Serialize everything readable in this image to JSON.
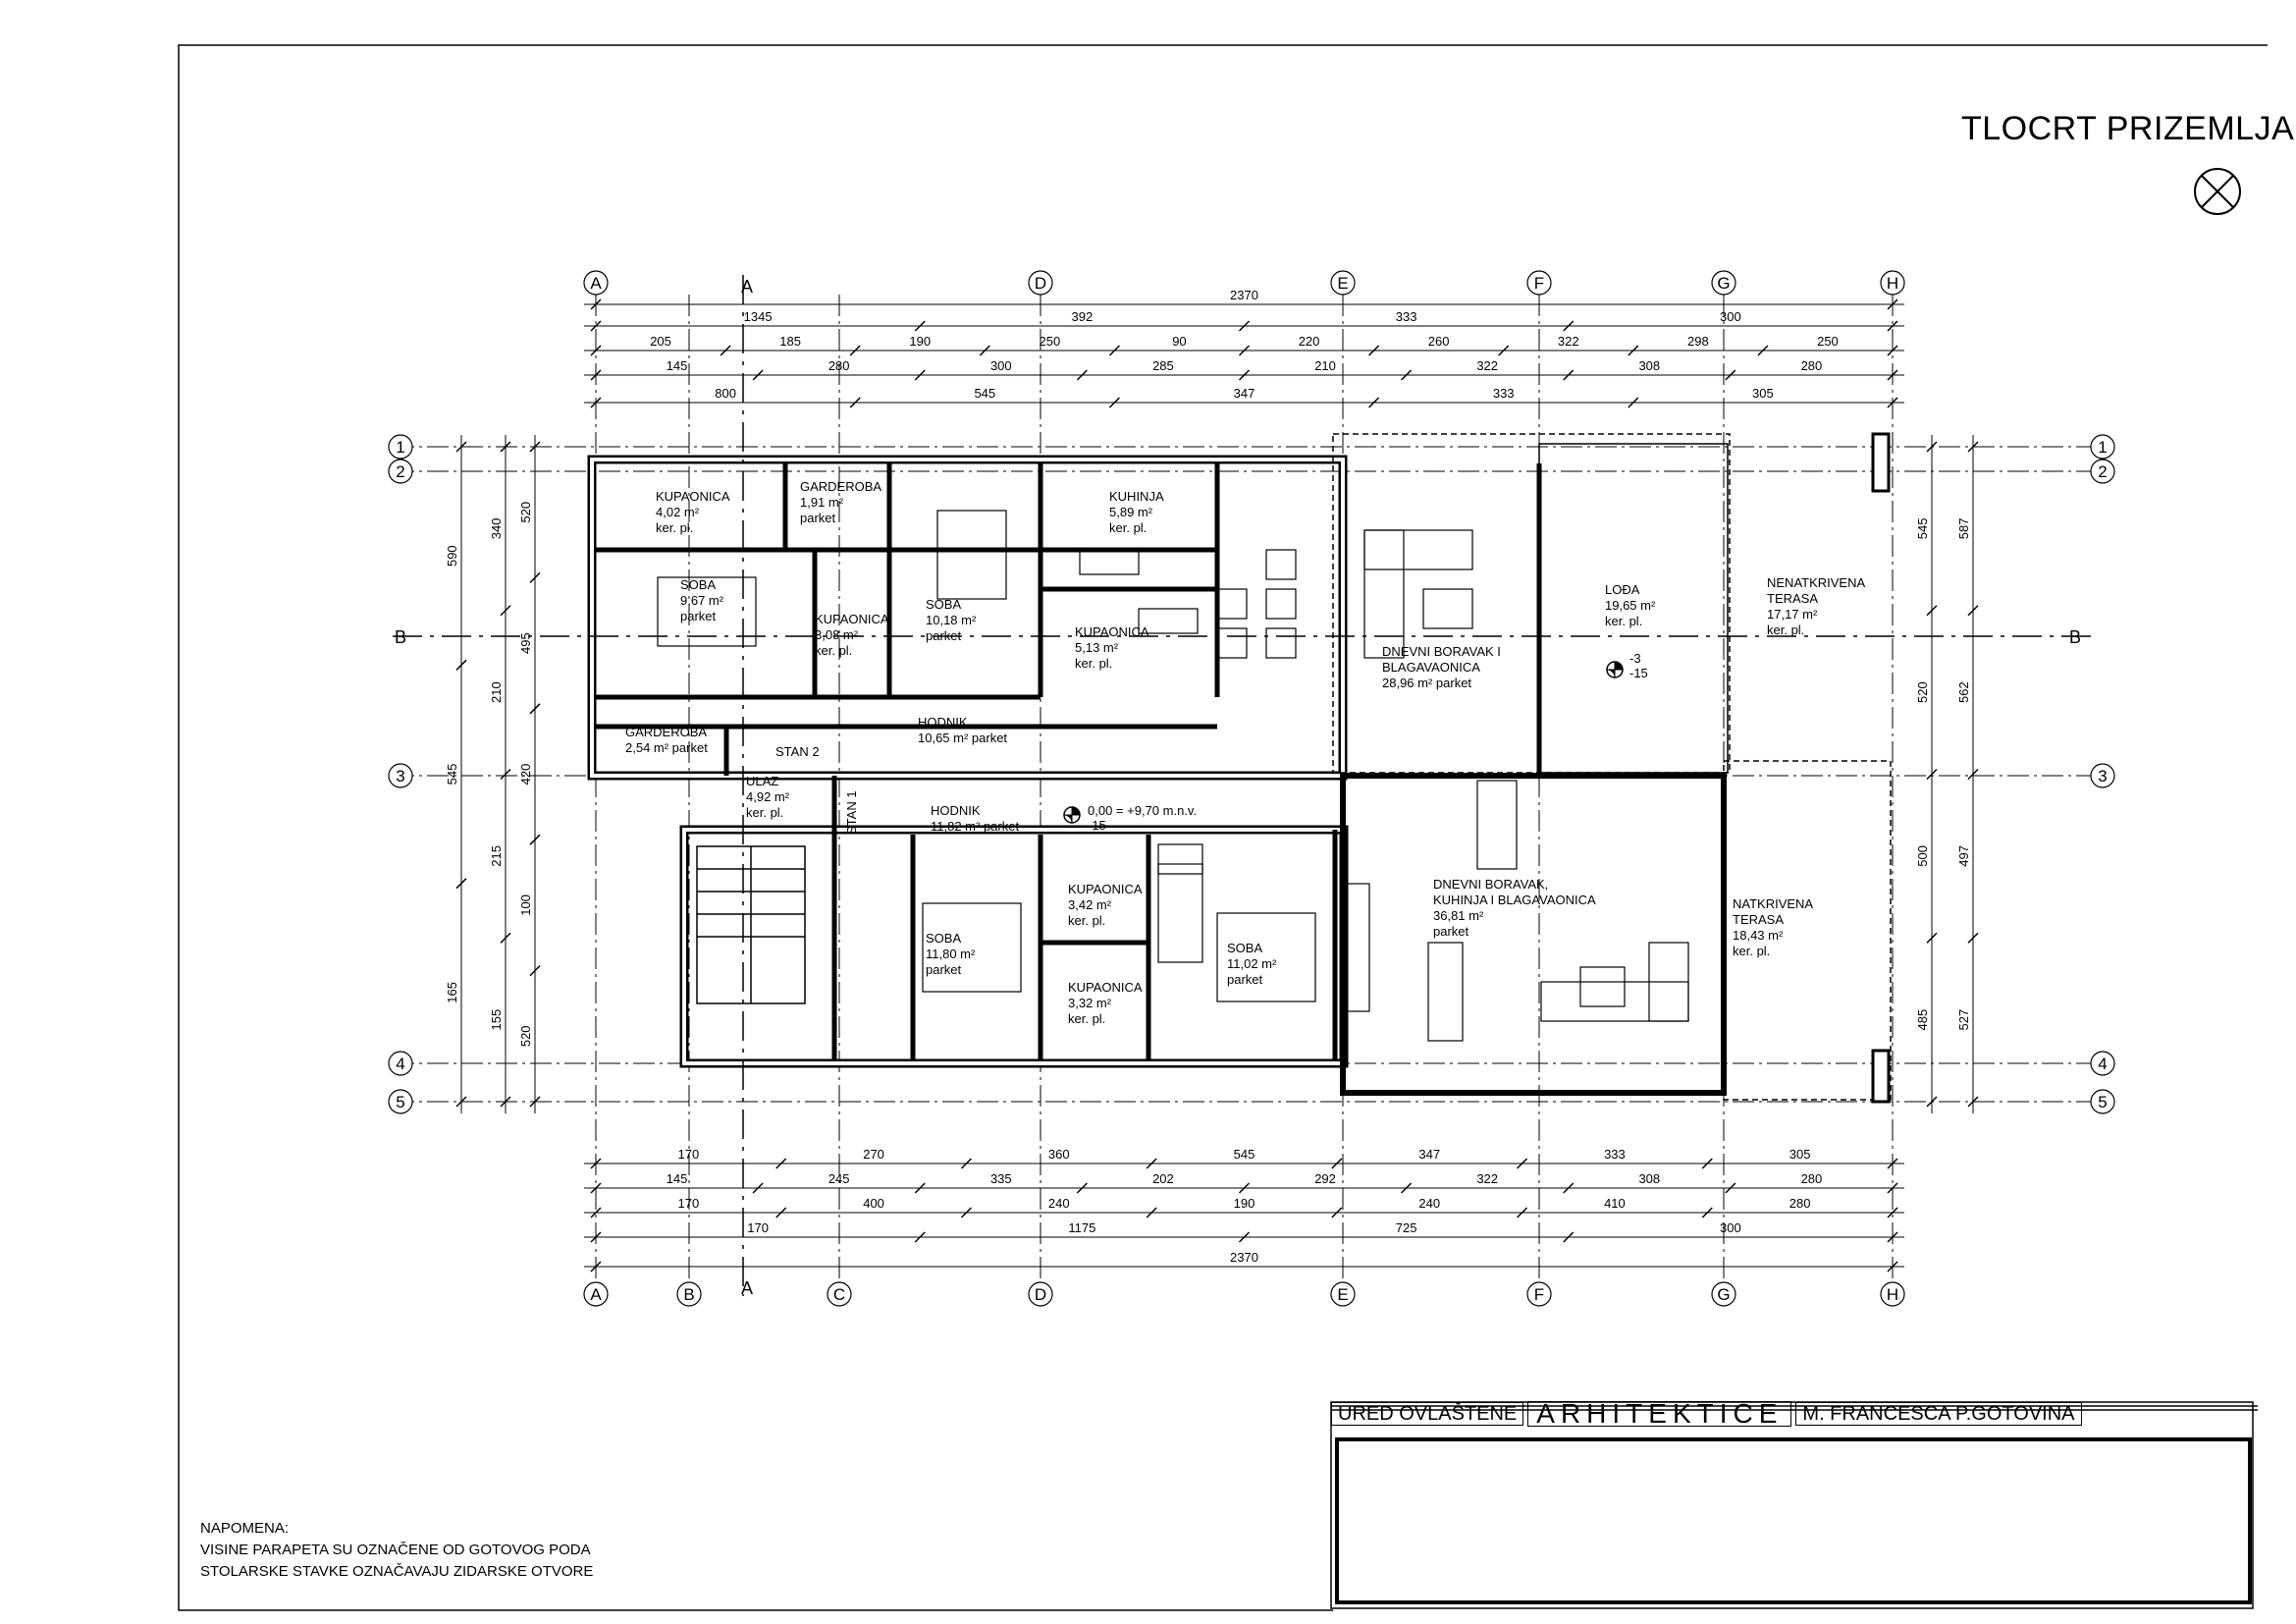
{
  "title": "TLOCRT PRIZEMLJA",
  "grid": {
    "cols": [
      "A",
      "B",
      "C",
      "D",
      "E",
      "F",
      "G",
      "H"
    ],
    "rows": [
      "1",
      "2",
      "3",
      "4",
      "5"
    ]
  },
  "section_markers": {
    "aa": "A",
    "bb": "B"
  },
  "dimensions": {
    "top_total": "2370",
    "top_row1": [
      "1345",
      "392",
      "333",
      "300"
    ],
    "top_row2": [
      "205",
      "185",
      "190",
      "250",
      "90",
      "220",
      "260",
      "322",
      "298",
      "250"
    ],
    "top_row3": [
      "145",
      "280",
      "300",
      "285",
      "210",
      "322",
      "308",
      "280"
    ],
    "top_row4": [
      "800",
      "545",
      "347",
      "333",
      "305"
    ],
    "bottom_row1": [
      "170",
      "270",
      "360",
      "545",
      "347",
      "333",
      "305"
    ],
    "bottom_row2": [
      "145",
      "245",
      "335",
      "202",
      "292",
      "322",
      "308",
      "280"
    ],
    "bottom_row3": [
      "170",
      "400",
      "240",
      "190",
      "240",
      "410",
      "280"
    ],
    "bottom_row4": [
      "170",
      "1175",
      "725",
      "300"
    ],
    "bottom_total": "2370",
    "left": [
      "590",
      "545",
      "165",
      "340",
      "210",
      "215",
      "155",
      "520",
      "495",
      "420",
      "100",
      "520"
    ],
    "right": [
      "545",
      "520",
      "500",
      "485",
      "587",
      "562",
      "497",
      "527"
    ]
  },
  "rooms": [
    {
      "name": "KUPAONICA",
      "area": "4,02 m²",
      "finish": "ker. pl."
    },
    {
      "name": "GARDEROBA",
      "area": "1,91 m²",
      "finish": "parket"
    },
    {
      "name": "SOBA",
      "area": "9,67 m²",
      "finish": "parket"
    },
    {
      "name": "KUPAONICA",
      "area": "3,08 m²",
      "finish": "ker. pl."
    },
    {
      "name": "SOBA",
      "area": "10,18 m²",
      "finish": "parket"
    },
    {
      "name": "KUHINJA",
      "area": "5,89 m²",
      "finish": "ker. pl."
    },
    {
      "name": "KUPAONICA",
      "area": "5,13 m²",
      "finish": "ker. pl."
    },
    {
      "name": "DNEVNI BORAVAK I",
      "name2": "BLAGAVAONICA",
      "area": "28,96 m² parket"
    },
    {
      "name": "LOĐA",
      "area": "19,65 m²",
      "finish": "ker. pl."
    },
    {
      "name": "NENATKRIVENA",
      "name2": "TERASA",
      "area": "17,17 m²",
      "finish": "ker. pl."
    },
    {
      "name": "GARDEROBA",
      "area": "2,54 m² parket"
    },
    {
      "name": "HODNIK",
      "area": "10,65 m² parket"
    },
    {
      "name": "ULAZ",
      "area": "4,92 m²",
      "finish": "ker. pl."
    },
    {
      "name": "HODNIK",
      "area": "11,82 m² parket"
    },
    {
      "name": "SOBA",
      "area": "11,80 m²",
      "finish": "parket"
    },
    {
      "name": "KUPAONICA",
      "area": "3,42 m²",
      "finish": "ker. pl."
    },
    {
      "name": "KUPAONICA",
      "area": "3,32 m²",
      "finish": "ker. pl."
    },
    {
      "name": "SOBA",
      "area": "11,02 m²",
      "finish": "parket"
    },
    {
      "name": "DNEVNI BORAVAK,",
      "name2": "KUHINJA I BLAGAVAONICA",
      "area": "36,81 m²",
      "finish": "parket"
    },
    {
      "name": "NATKRIVENA",
      "name2": "TERASA",
      "area": "18,43 m²",
      "finish": "ker. pl."
    }
  ],
  "labels": {
    "stan2": "STAN 2",
    "stan1": "STAN 1",
    "level": "0,00 = +9,70 m.n.v.",
    "level_offset": "-15",
    "loda_level": "-3",
    "loda_offset": "-15"
  },
  "notes": [
    "NAPOMENA:",
    "VISINE PARAPETA SU OZNAČENE OD GOTOVOG PODA",
    "STOLARSKE STAVKE OZNAČAVAJU ZIDARSKE OTVORE"
  ],
  "title_block": {
    "office": "URED OVLAŠTENE",
    "profession": "ARHITEKTICE",
    "architect": "M. FRANCESCA P.GOTOVINA"
  }
}
